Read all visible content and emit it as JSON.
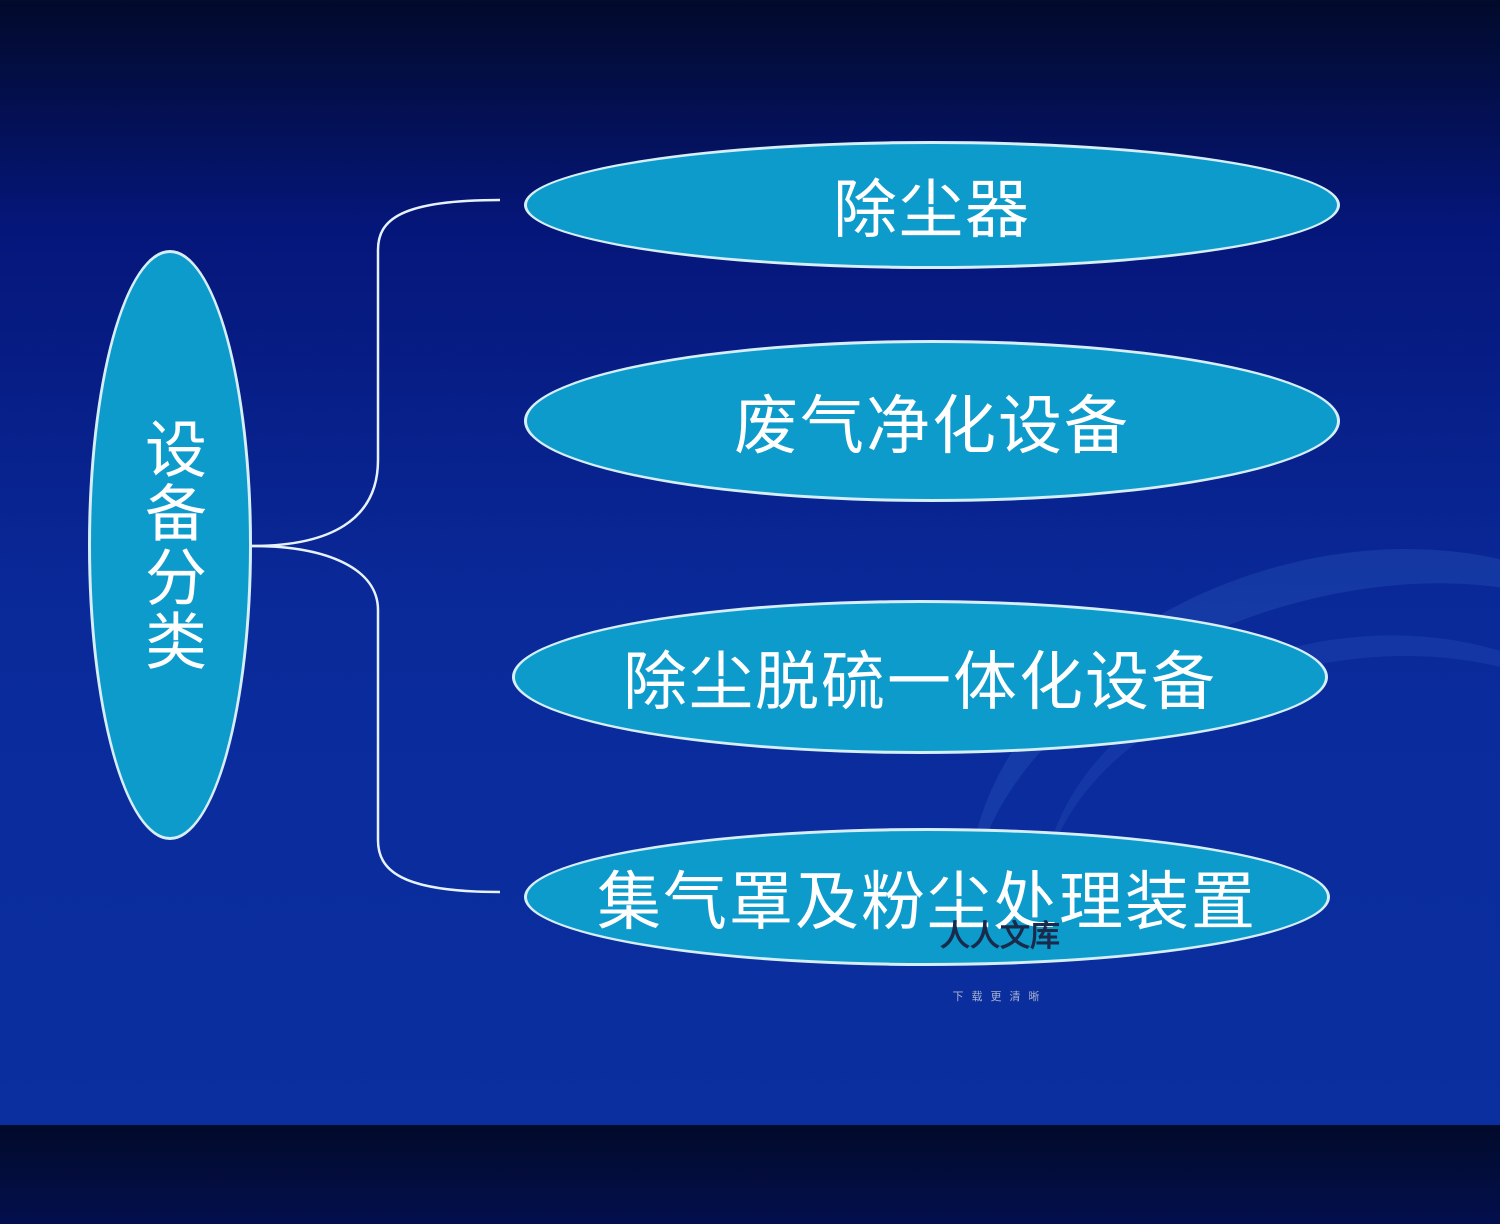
{
  "diagram": {
    "root": {
      "label": "设备分类"
    },
    "children": [
      {
        "label": "除尘器"
      },
      {
        "label": "废气净化设备"
      },
      {
        "label": "除尘脱硫一体化设备"
      },
      {
        "label": "集气罩及粉尘处理装置"
      }
    ]
  },
  "watermark": {
    "title": "人人文库",
    "subtitle": "下载更清晰"
  },
  "colors": {
    "background": "#0a2a9a",
    "node_fill": "#0d9bcc",
    "node_border": "#d6eef8",
    "connector": "#e6f2ff",
    "text": "#ffffff"
  }
}
